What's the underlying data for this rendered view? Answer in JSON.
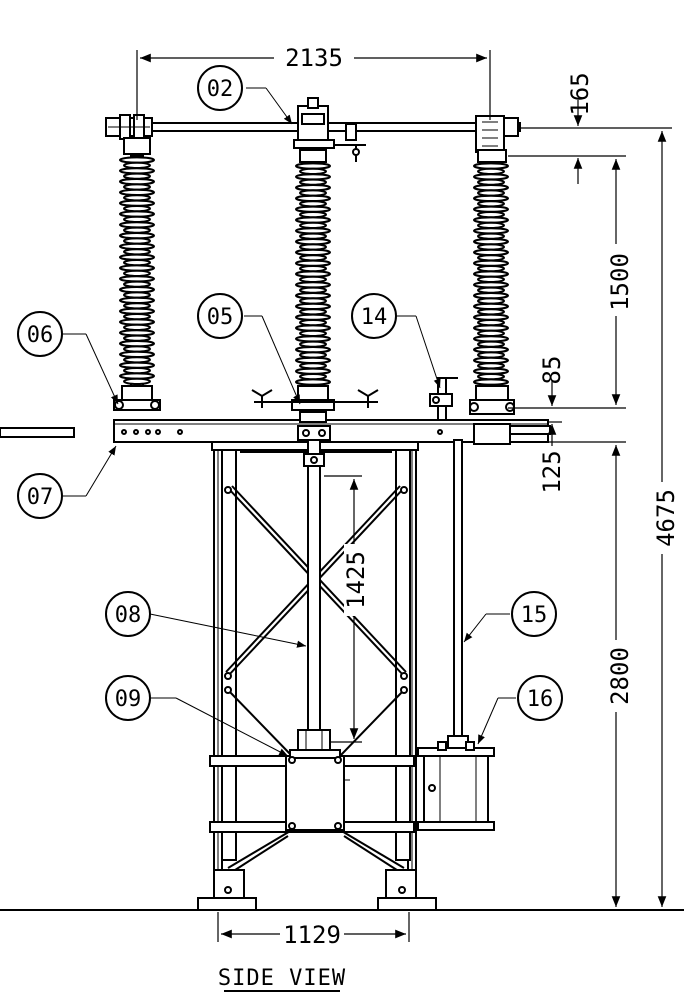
{
  "view_title": "SIDE VIEW",
  "dimensions": {
    "span_width": "2135",
    "top_offset": "165",
    "insulator_height": "1500",
    "flange_height": "85",
    "frame_height": "125",
    "overall_height": "4675",
    "structure_height": "2800",
    "shaft_length": "1425",
    "base_width": "1129"
  },
  "callouts": {
    "c02": "02",
    "c05": "05",
    "c06": "06",
    "c07": "07",
    "c08": "08",
    "c09": "09",
    "c14": "14",
    "c15": "15",
    "c16": "16"
  }
}
